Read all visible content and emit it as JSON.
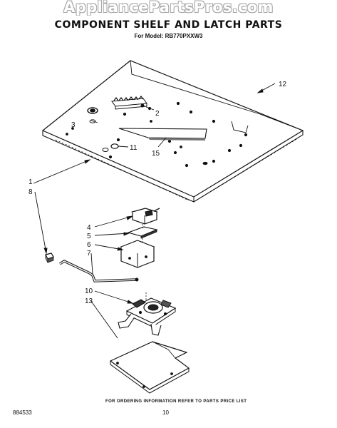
{
  "watermark": "AppliancePartsPros.com",
  "title": "COMPONENT SHELF AND LATCH PARTS",
  "model": "For Model: RB770PXXW3",
  "callouts": [
    "1",
    "2",
    "3",
    "4",
    "5",
    "6",
    "7",
    "8",
    "10",
    "11",
    "12",
    "13",
    "15"
  ],
  "footer": {
    "note": "FOR ORDERING INFORMATION REFER TO PARTS PRICE LIST",
    "code": "884533",
    "page": "10"
  }
}
